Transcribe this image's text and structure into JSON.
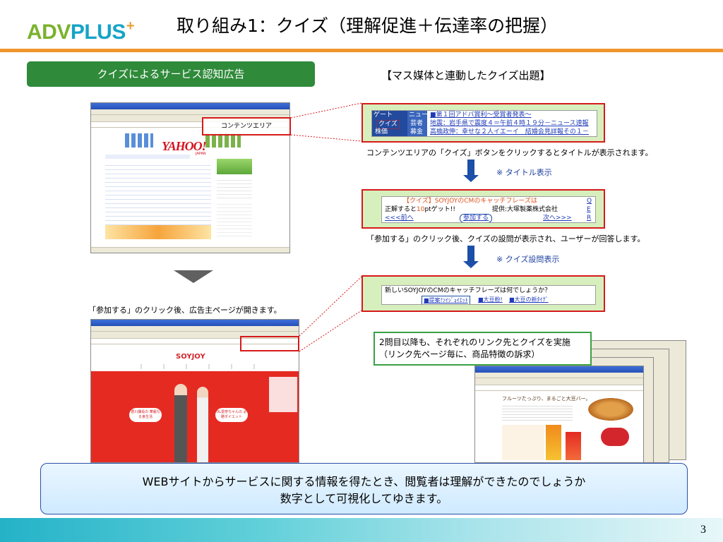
{
  "header": {
    "logo_adv": "ADV",
    "logo_plus": "PLUS",
    "logo_sup": "+",
    "title": "取り組み1：クイズ（理解促進＋伝達率の把握）"
  },
  "left": {
    "section_label": "クイズによるサービス認知広告",
    "content_area_label": "コンテンツエリア",
    "yahoo_logo": "YAHOO!",
    "yahoo_sub": "JAPAN",
    "caption_after_click": "「参加する」のクリック後、広告主ページが開きます。",
    "soyjoy_logo": "SOYJOY",
    "person_badge_left": "豊川課長の 華麗なる食生活",
    "person_badge_right": "OL愛奈ちゃんの 必勝ダイエット"
  },
  "right": {
    "heading": "【マス媒体と連動したクイズ出題】",
    "panel1": {
      "tabs": [
        "ゲート",
        "クイズ",
        "株価"
      ],
      "tab2": [
        "ニュース",
        "芸者",
        "募金"
      ],
      "lines": [
        "■第１回アドバ賞利～受賞者発表～",
        "地震：岩手県で震度４＝午前４時１９分－ニュース速報",
        "高橋政伸：幸せな２人イエーイ　結婚会見詳報その１－"
      ]
    },
    "caption1": "コンテンツエリアの「クイズ」ボタンをクリックするとタイトルが表示されます。",
    "note1": "※ タイトル表示",
    "panel2": {
      "title": "【クイズ】SOYJOYのCMのキャッチフレーズは",
      "line2a": "正解すると",
      "line2b": "10",
      "line2c": "ptゲット!!",
      "sponsor": "提供:大塚製薬株式会社",
      "prev": "<<<前へ",
      "join": "参加する",
      "next": "次へ>>>",
      "side": [
        "Q",
        "E",
        "R"
      ]
    },
    "caption2": "「参加する」のクリック後、クイズの設問が表示され、ユーザーが回答します。",
    "note2": "※ クイズ設問表示",
    "panel3": {
      "question": "新しいSOYJOYのCMのキャッチフレーズは何でしょうか？",
      "options": [
        "■提案!ｿｲｼﾞｮｲｴｯﾄ",
        "■大豆粉!",
        "■大豆の新ﾀｲｸﾞ"
      ]
    },
    "green_note_line1": "2問目以降も、それぞれのリンク先とクイズを実施",
    "green_note_line2": "（リンク先ページ毎に、商品特徴の訴求）",
    "fruit_text": "フルーツたっぷり、まるごと大豆バー。"
  },
  "bottom": {
    "line1": "WEBサイトからサービスに関する情報を得たとき、閲覧者は理解ができたのでしょうか",
    "line2": "数字として可視化してゆきます。"
  },
  "footer": {
    "page_number": "3"
  },
  "colors": {
    "accent_orange": "#f0962e",
    "label_green": "#2f8a3a",
    "highlight_red": "#d61a1a",
    "arrow_blue": "#1c4fa8",
    "logo_green": "#7ab22c",
    "logo_blue": "#16a3c8"
  }
}
